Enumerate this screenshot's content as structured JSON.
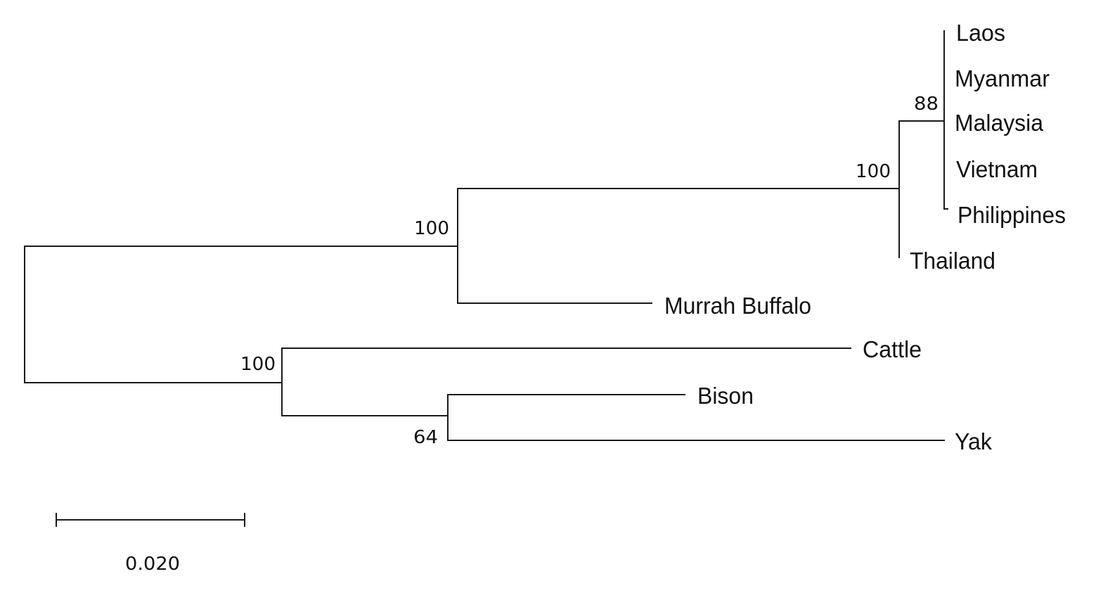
{
  "tree": {
    "leaves": [
      {
        "id": "laos",
        "label": "Laos"
      },
      {
        "id": "myanmar",
        "label": "Myanmar"
      },
      {
        "id": "malaysia",
        "label": "Malaysia"
      },
      {
        "id": "vietnam",
        "label": "Vietnam"
      },
      {
        "id": "philippines",
        "label": "Philippines"
      },
      {
        "id": "thailand",
        "label": "Thailand"
      },
      {
        "id": "murrah",
        "label": "Murrah Buffalo"
      },
      {
        "id": "cattle",
        "label": "Cattle"
      },
      {
        "id": "bison",
        "label": "Bison"
      },
      {
        "id": "yak",
        "label": "Yak"
      }
    ],
    "bootstrap": {
      "swamp_clade": "88",
      "swamp_thailand": "100",
      "buffalo_clade": "100",
      "cattle_clade": "100",
      "bison_yak": "64"
    },
    "scale_bar": {
      "label": "0.020",
      "length": 0.02
    }
  }
}
